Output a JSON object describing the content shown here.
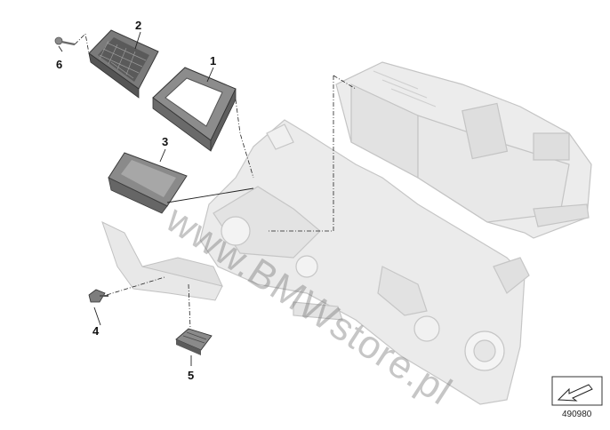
{
  "callouts": {
    "c1": "1",
    "c2": "2",
    "c3": "3",
    "c4": "4",
    "c5": "5",
    "c6": "6"
  },
  "watermark": "www.BMWstore.pl",
  "reference_number": "490980",
  "colors": {
    "part_dark": "#6e6e6e",
    "part_mid": "#9a9a9a",
    "body_light": "#e6e6e6",
    "body_outline": "#c8c8c8",
    "leader": "#222222"
  },
  "icons": [
    "direction-arrow-icon"
  ]
}
